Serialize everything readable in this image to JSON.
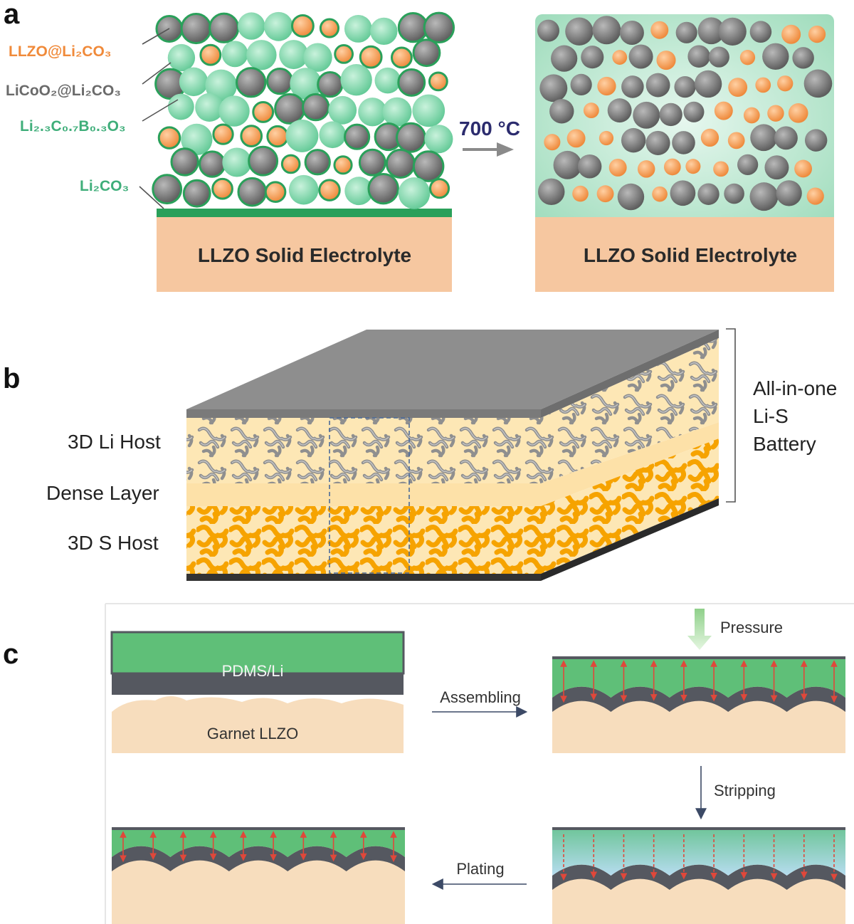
{
  "panels": {
    "a": {
      "letter": "a",
      "legend": [
        "LLZO@Li₂CO₃",
        "LiCoO₂@Li₂CO₃",
        "Li₂.₃C₀.₇B₀.₃O₃",
        "Li₂CO₃"
      ],
      "electrolyte_left": "LLZO Solid Electrolyte",
      "electrolyte_right": "LLZO Solid Electrolyte",
      "temperature": "700 °C"
    },
    "b": {
      "letter": "b",
      "layers": [
        "3D Li Host",
        "Dense Layer",
        "3D S Host"
      ],
      "bracket_label": [
        "All-in-one",
        "Li-S",
        "Battery"
      ]
    },
    "c": {
      "letter": "c",
      "pdms_label": "PDMS/Li",
      "garnet_label": "Garnet LLZO",
      "pressure": "Pressure",
      "assembling": "Assembling",
      "stripping": "Stripping",
      "plating": "Plating"
    }
  },
  "colors": {
    "llzo": "#f6c7a0",
    "orange_particle": "#f39a52",
    "grey_particle": "#7d7d7d",
    "green_particle": "#7fd6ad",
    "green_layer": "#5fbf78",
    "dark_li": "#555860",
    "garnet": "#f7ddbd",
    "sulfur": "#f6a300",
    "host_fill": "#fde7b5"
  }
}
